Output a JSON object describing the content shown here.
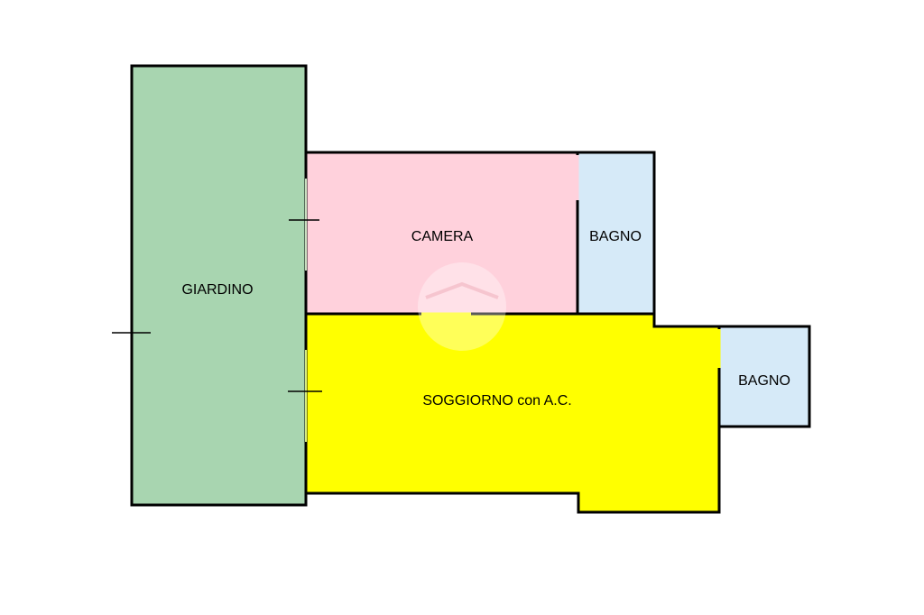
{
  "rooms": {
    "giardino": {
      "label": "GIARDINO",
      "color": "#a8d5b0"
    },
    "camera": {
      "label": "CAMERA",
      "color": "#ffd1dc"
    },
    "bagno_top": {
      "label": "BAGNO",
      "color": "#d6eaf8"
    },
    "soggiorno": {
      "label": "SOGGIORNO con A.C.",
      "color": "#ffff00"
    },
    "bagno_right": {
      "label": "BAGNO",
      "color": "#d6eaf8"
    }
  },
  "wall_color": "#000000",
  "watermark": "home-logo-watermark"
}
